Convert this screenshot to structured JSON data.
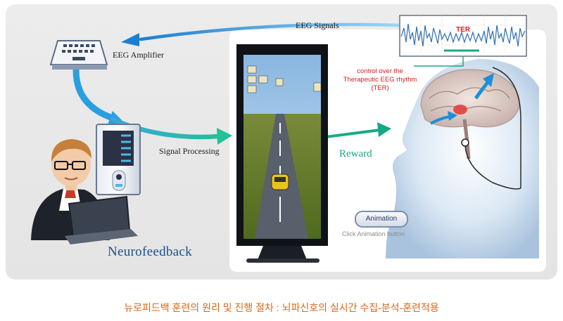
{
  "labels": {
    "eeg_signals": "EEG Signals",
    "eeg_amplifier": "EEG Amplifier",
    "signal_processing": "Signal Processing",
    "reward": "Reward",
    "neurofeedback": "Neurofeedback",
    "ter": "TER",
    "ter_note": "control over the Therapeutic EEG rhythm (TER)",
    "animation_button": "Animation",
    "click_hint": "Click Animation button"
  },
  "caption": "뉴로피드백 훈련의 원리 및 진행 절차 : 뇌파신호의 실시간 수집-분석-훈련적용",
  "colors": {
    "arrow_blue": "#1d8fd8",
    "arrow_green": "#1aa784",
    "caption": "#d9691b",
    "ter_red": "#d42020",
    "title_blue": "#1a4f87"
  },
  "icons": [
    "eeg-amplifier-icon",
    "computer-tower-icon",
    "doctor-icon",
    "laptop-icon",
    "monitor-icon",
    "brain-head-icon",
    "eeg-waveform-icon"
  ]
}
